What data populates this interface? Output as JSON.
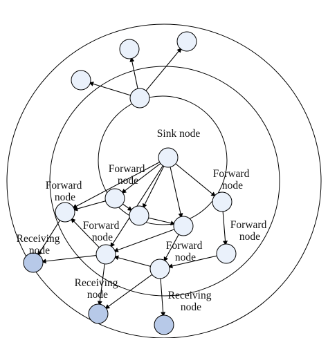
{
  "labels": {
    "sink": [
      "Sink node"
    ],
    "forward_1": [
      "Forward",
      "node"
    ],
    "forward_2": [
      "Forward",
      "node"
    ],
    "forward_3": [
      "Forward",
      "node"
    ],
    "forward_4": [
      "Forward",
      "node"
    ],
    "forward_5": [
      "Forward",
      "node"
    ],
    "forward_6": [
      "Forward",
      "node"
    ],
    "receiving_1": [
      "Receiving",
      "node"
    ],
    "receiving_2": [
      "Receiving",
      "node"
    ],
    "receiving_3": [
      "Receiving",
      "node"
    ]
  },
  "colors": {
    "stroke": "#000000",
    "node_fill": "#eaf1fb",
    "receiving_fill": "#b7c9e8"
  }
}
